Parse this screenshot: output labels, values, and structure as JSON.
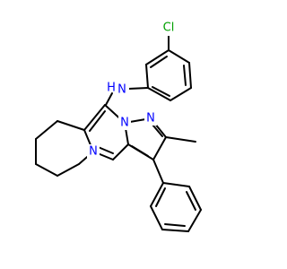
{
  "atom_labels": {
    "cl": "Cl",
    "nh_n": "N",
    "nh_h": "H",
    "n_bridge": "N",
    "n_pyrazole": "N",
    "n_pyrimidine": "N"
  },
  "colors": {
    "bond": "#000000",
    "nitrogen": "#0000ff",
    "chlorine": "#00a000",
    "background": "#ffffff"
  }
}
